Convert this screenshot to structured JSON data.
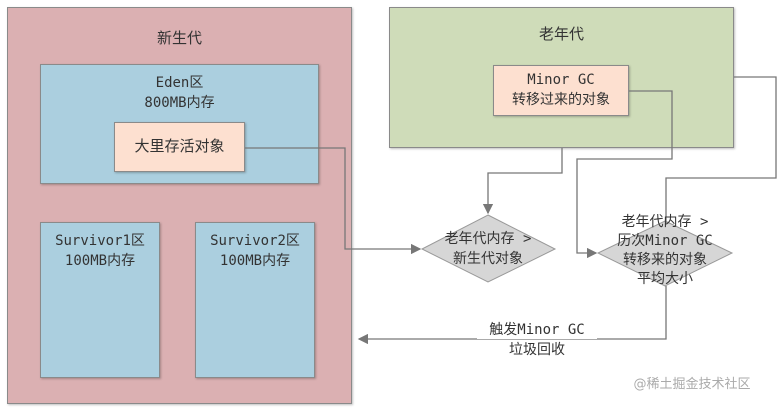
{
  "young_gen": {
    "title": "新生代",
    "color": "#dbb0b2",
    "eden": {
      "title": "Eden区",
      "size": "800MB内存",
      "color": "#abcfdf",
      "live_objects": {
        "label": "大里存活对象",
        "color": "#fde0d0"
      }
    },
    "survivor1": {
      "title": "Survivor1区",
      "size": "100MB内存"
    },
    "survivor2": {
      "title": "Survivor2区",
      "size": "100MB内存"
    }
  },
  "old_gen": {
    "title": "老年代",
    "color": "#cfdcb9",
    "promoted": {
      "line1": "Minor GC",
      "line2": "转移过来的对象"
    }
  },
  "decision1": {
    "line1": "老年代内存 >",
    "line2": "新生代对象"
  },
  "decision2": {
    "line1": "老年代内存 >",
    "line2": "历次Minor GC",
    "line3": "转移来的对象",
    "line4": "平均大小"
  },
  "action": {
    "line1": "触发Minor GC",
    "line2": "垃圾回收"
  },
  "watermark": "@稀土掘金技术社区"
}
